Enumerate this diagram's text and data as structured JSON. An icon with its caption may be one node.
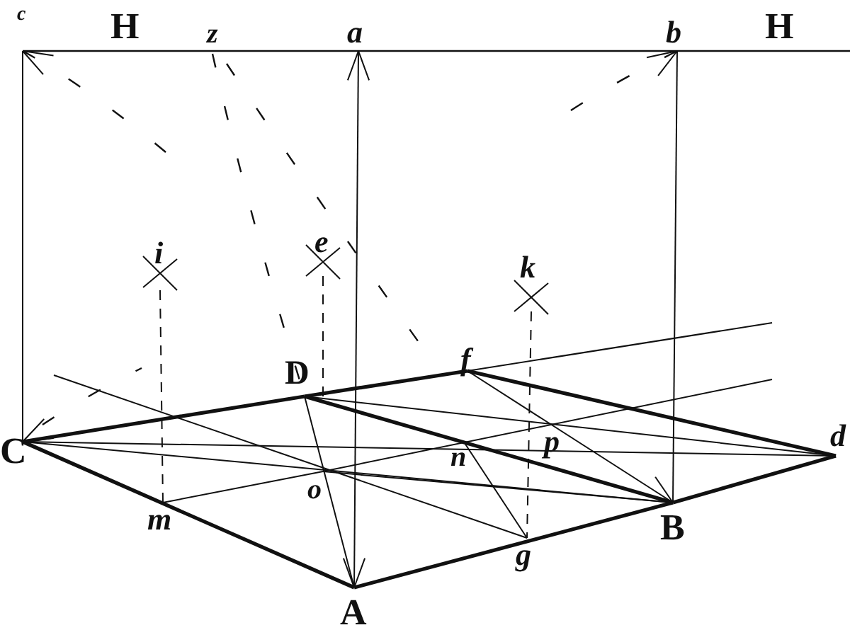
{
  "diagram": {
    "labels": [
      "c",
      "H",
      "z",
      "a",
      "b",
      "H",
      "i",
      "e",
      "k",
      "D",
      "f",
      "C",
      "n",
      "p",
      "d",
      "o",
      "m",
      "B",
      "g",
      "A"
    ]
  }
}
